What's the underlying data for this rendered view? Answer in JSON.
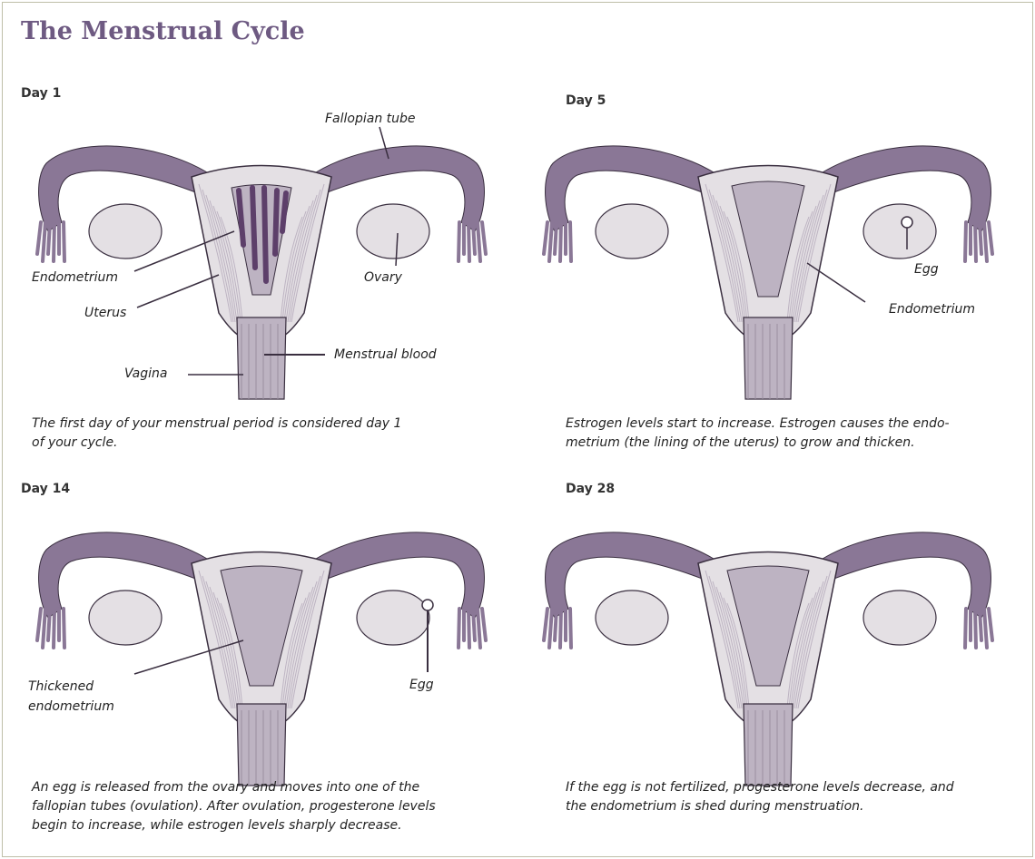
{
  "title": "The Menstrual Cycle",
  "panels": [
    {
      "day": "Day 1",
      "caption_lines": [
        "The first day of your menstrual period is considered day 1",
        "of your cycle."
      ],
      "labels": {
        "fallopian_tube": "Fallopian tube",
        "endometrium": "Endometrium",
        "ovary": "Ovary",
        "uterus": "Uterus",
        "menstrual_blood": "Menstrual blood",
        "vagina": "Vagina"
      }
    },
    {
      "day": "Day 5",
      "caption_lines": [
        "Estrogen levels start to increase. Estrogen causes the endo-",
        "metrium (the lining of the uterus) to grow and thicken."
      ],
      "labels": {
        "egg": "Egg",
        "endometrium": "Endometrium"
      }
    },
    {
      "day": "Day 14",
      "caption_lines": [
        "An egg is released from the ovary and moves into one of the",
        "fallopian tubes (ovulation). After ovulation, progesterone levels",
        "begin to increase, while estrogen levels sharply decrease."
      ],
      "labels": {
        "thickened_endometrium_1": "Thickened",
        "thickened_endometrium_2": "endometrium",
        "egg": "Egg"
      }
    },
    {
      "day": "Day 28",
      "caption_lines": [
        "If the egg is not fertilized, progesterone levels decrease, and",
        "the endometrium is shed during menstruation."
      ],
      "labels": {}
    }
  ],
  "colors": {
    "title": "#6e5a82",
    "tube": "#8a7796",
    "tube_light": "#d8d0dc",
    "tissue": "#e4e0e4",
    "tissue_dark": "#bdb3c2",
    "blood": "#5d3f6a",
    "line": "#3a2f40"
  }
}
